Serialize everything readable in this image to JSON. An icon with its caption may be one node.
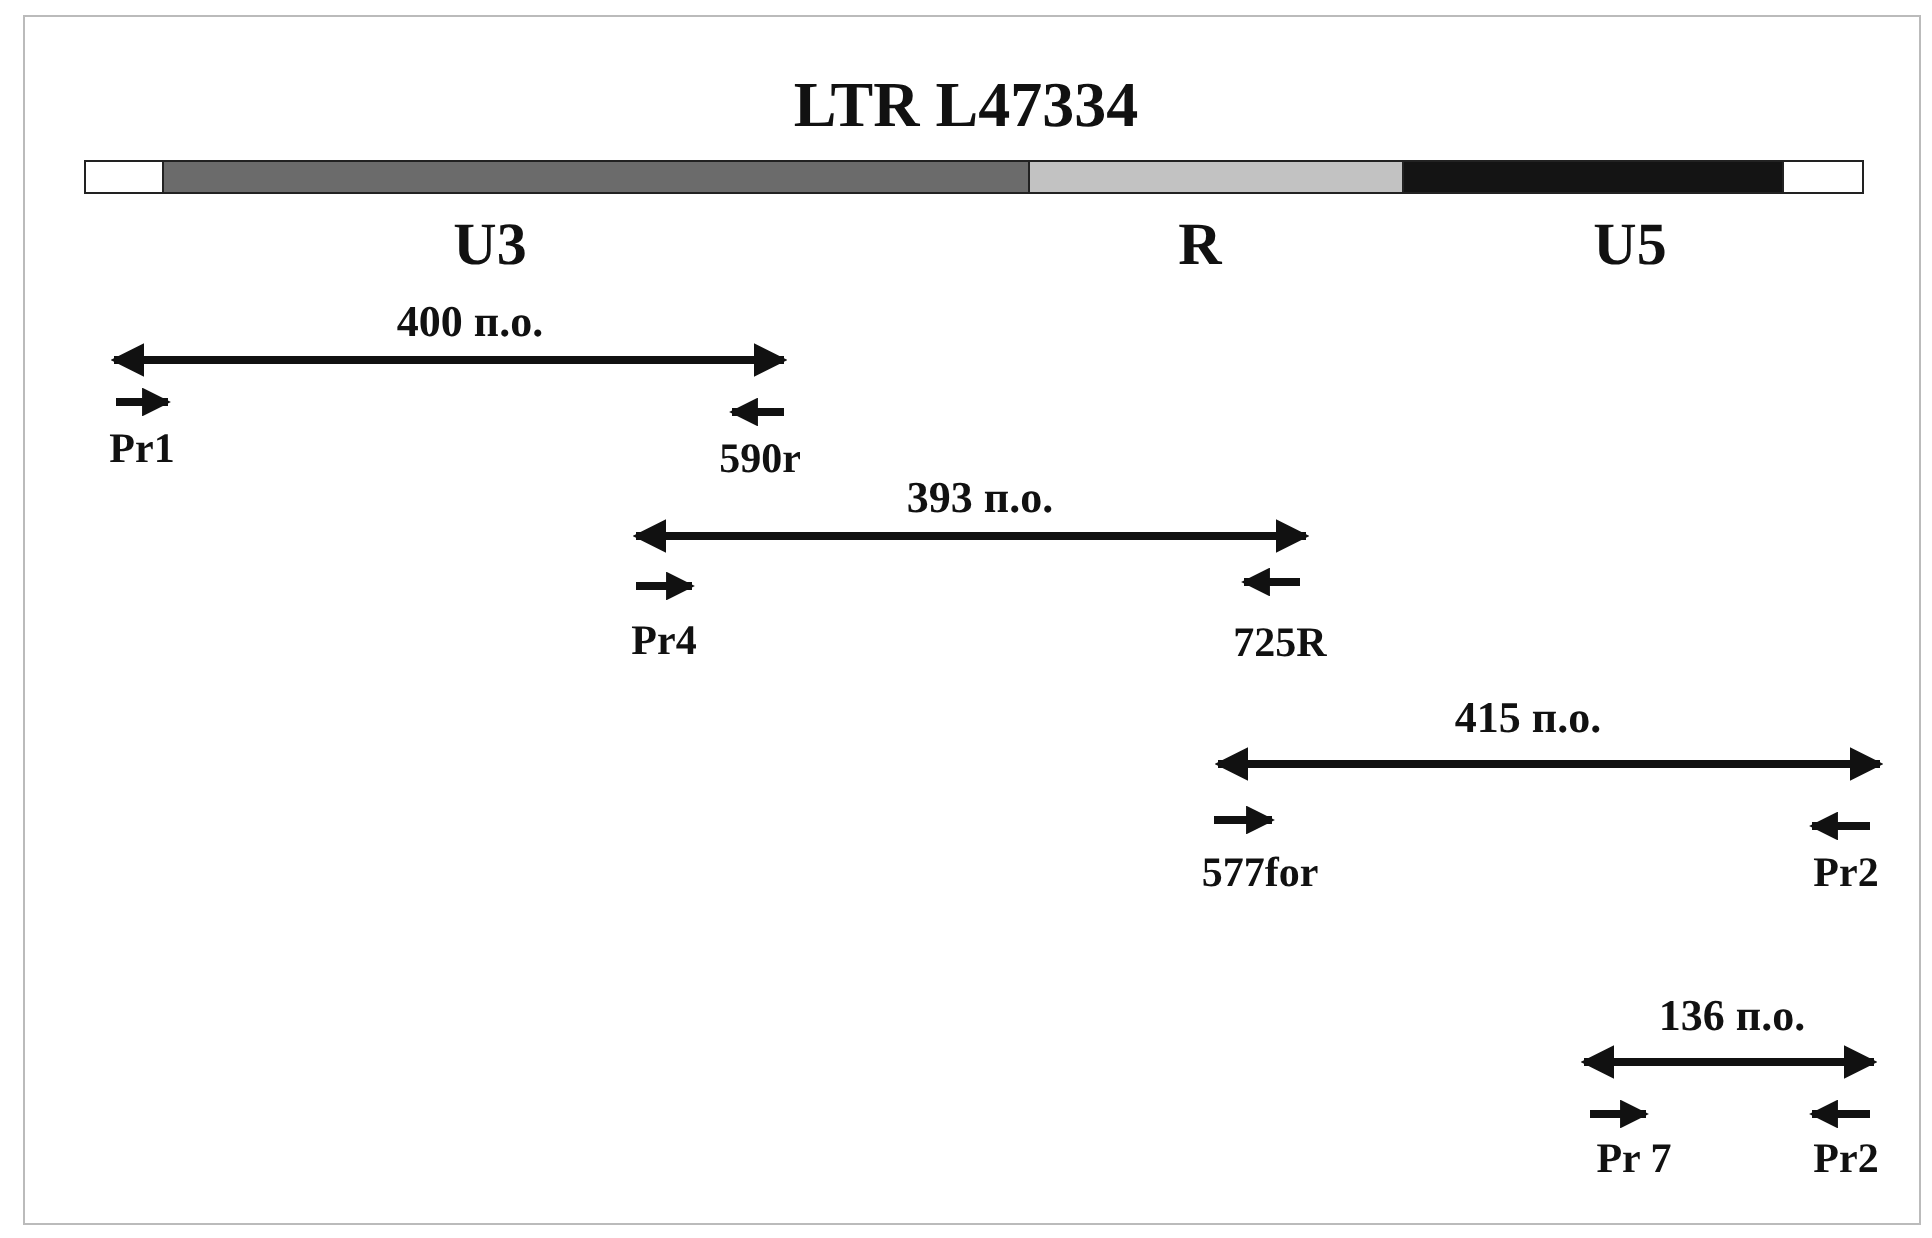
{
  "diagram": {
    "title": "LTR L47334",
    "nodes": [
      {
        "text": [],
        "shape": "bar"
      },
      {
        "text": [
          "U3"
        ]
      },
      {
        "text": [
          "R"
        ]
      },
      {
        "text": [
          "U5"
        ]
      },
      {
        "text": [],
        "shape": "bar"
      }
    ],
    "edges": [],
    "labels": [
      "400 п.о.",
      "Pr1",
      "590r",
      "393 п.о.",
      "Pr4",
      "725R",
      "415 п.о.",
      "577for",
      "Pr2",
      "136 п.о.",
      "Pr 7",
      "Pr2"
    ]
  }
}
